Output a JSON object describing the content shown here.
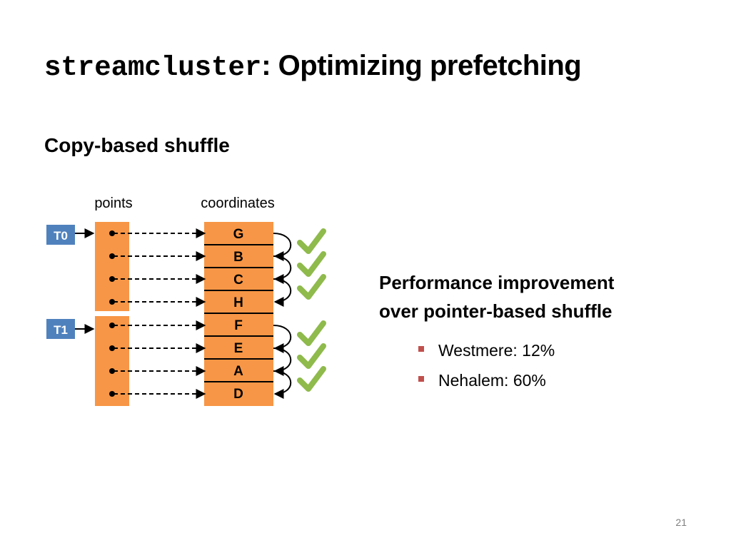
{
  "slide": {
    "title_code": "streamcluster",
    "title_rest": ": Optimizing prefetching",
    "subtitle": "Copy-based shuffle",
    "page_number": "21"
  },
  "diagram": {
    "points_label": "points",
    "coordinates_label": "coordinates",
    "threads": [
      "T0",
      "T1"
    ],
    "coordinate_cells": [
      "G",
      "B",
      "C",
      "H",
      "F",
      "E",
      "A",
      "D"
    ]
  },
  "performance": {
    "heading_line1": "Performance improvement",
    "heading_line2": "over pointer-based shuffle",
    "items": [
      {
        "label": "Westmere: 12%"
      },
      {
        "label": "Nehalem: 60%"
      }
    ]
  },
  "colors": {
    "orange": "#f79646",
    "thread_blue": "#4f81bd",
    "check_green": "#8fba4c",
    "bullet_red": "#c0504d"
  }
}
